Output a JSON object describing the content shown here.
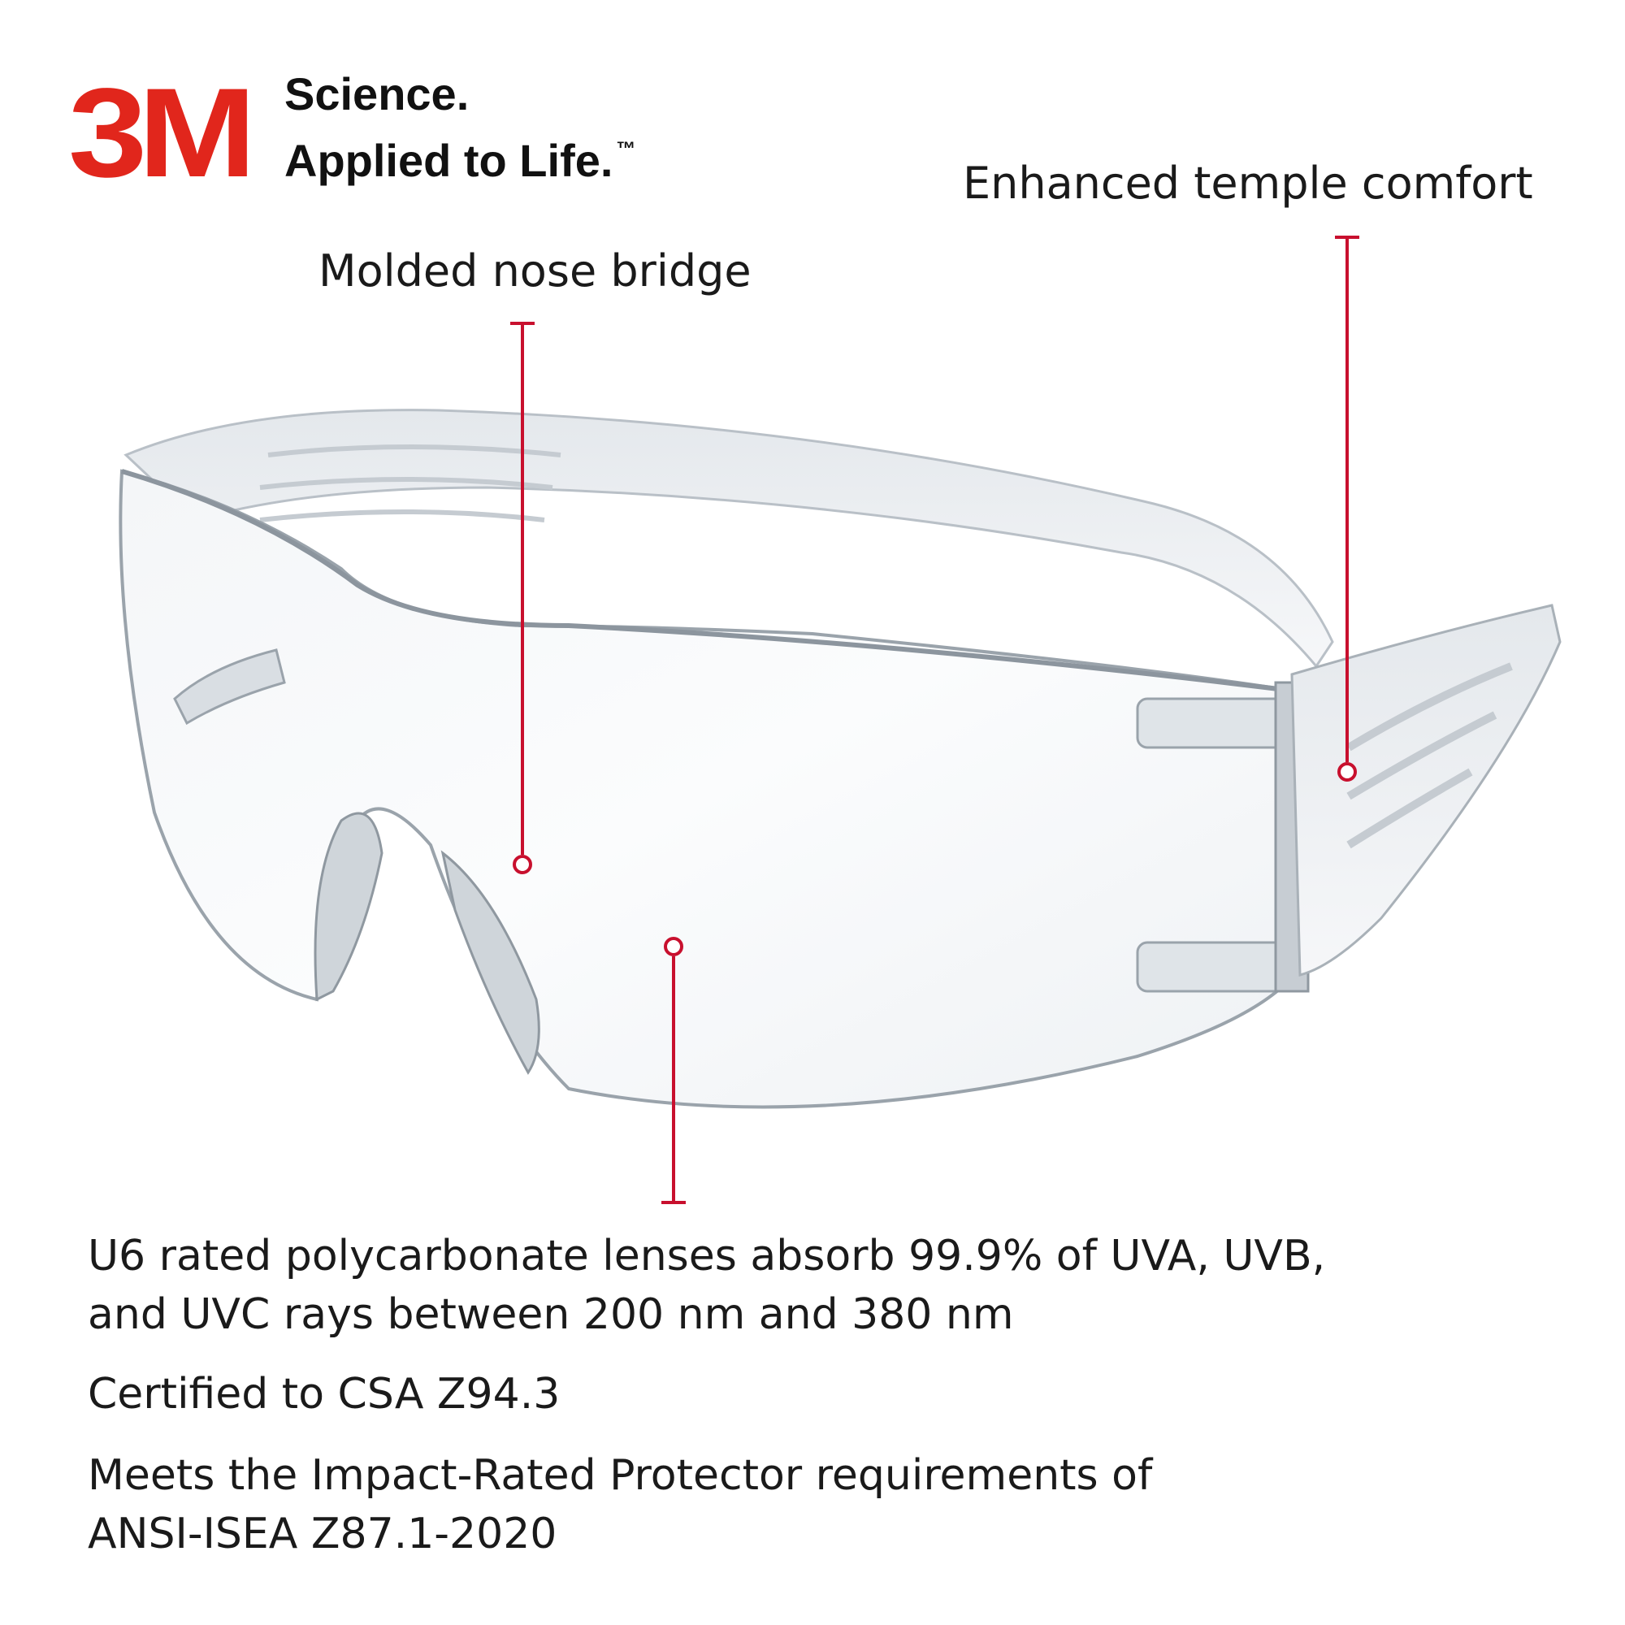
{
  "brand": {
    "logo_text": "3M",
    "tagline_line1": "Science.",
    "tagline_line2": "Applied to Life.",
    "trademark": "™",
    "accent_color": "#e1261c"
  },
  "callouts": {
    "temple": "Enhanced temple comfort",
    "nose": "Molded nose bridge"
  },
  "features": {
    "lens_line1": "U6 rated polycarbonate lenses absorb 99.9% of UVA, UVB,",
    "lens_line2": "and UVC rays between 200 nm and 380 nm",
    "cert": "Certified to CSA Z94.3",
    "impact_line1": "Meets the Impact-Rated Protector requirements of",
    "impact_line2": "ANSI-ISEA Z87.1-2020"
  },
  "pointer_color": "#c8102e"
}
